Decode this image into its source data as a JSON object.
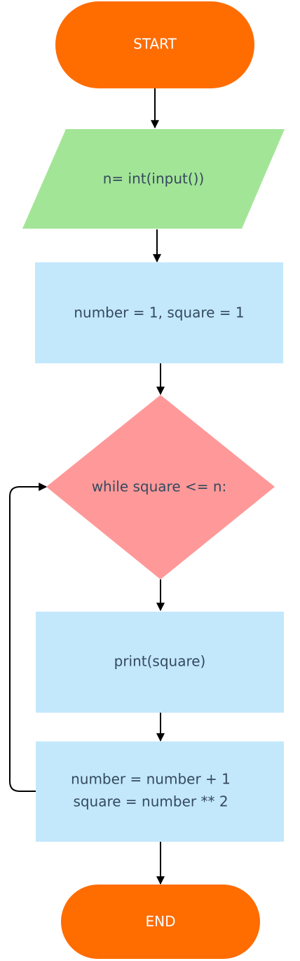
{
  "diagram": {
    "type": "flowchart",
    "colors": {
      "terminal": "#ff6c00",
      "io": "#a3e597",
      "process": "#c3e8fc",
      "decision": "#ff9999",
      "text_dark": "#34495e",
      "text_light": "#ffffff",
      "connector": "#000000"
    },
    "nodes": {
      "start": {
        "shape": "terminal",
        "label": "START"
      },
      "input": {
        "shape": "parallelogram",
        "label": "n= int(input())"
      },
      "init": {
        "shape": "process",
        "label": "number = 1, square = 1"
      },
      "loop": {
        "shape": "decision",
        "label": "while square <= n:"
      },
      "print": {
        "shape": "process",
        "label": "print(square)"
      },
      "update": {
        "shape": "process",
        "label_line1": "number = number + 1",
        "label_line2": "square = number ** 2"
      },
      "end": {
        "shape": "terminal",
        "label": "END"
      }
    },
    "edges": [
      {
        "from": "start",
        "to": "input"
      },
      {
        "from": "input",
        "to": "init"
      },
      {
        "from": "init",
        "to": "loop"
      },
      {
        "from": "loop",
        "to": "print"
      },
      {
        "from": "print",
        "to": "update"
      },
      {
        "from": "update",
        "to": "loop"
      },
      {
        "from": "update",
        "to": "end"
      }
    ]
  }
}
